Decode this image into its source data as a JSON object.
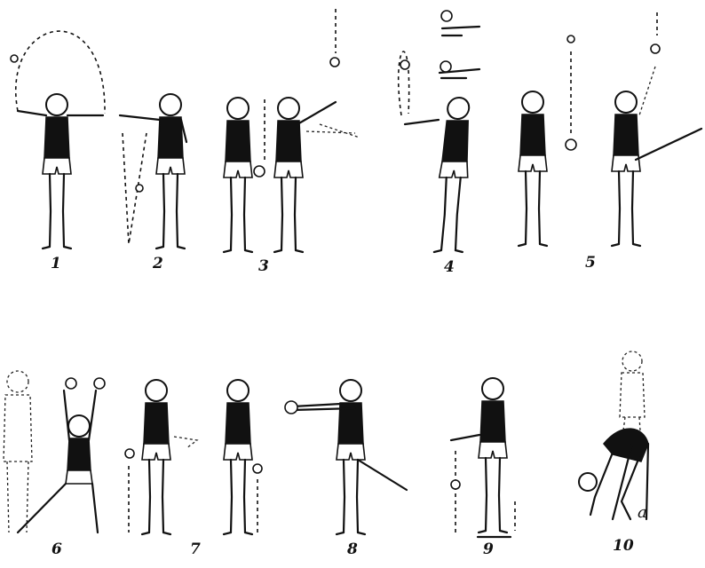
{
  "figures": [
    {
      "label": "1"
    },
    {
      "label": "2"
    },
    {
      "label": "3"
    },
    {
      "label": "4"
    },
    {
      "label": "5"
    },
    {
      "label": "6"
    },
    {
      "label": "7"
    },
    {
      "label": "8"
    },
    {
      "label": "9"
    },
    {
      "label": "10"
    }
  ],
  "annotation_10": "a",
  "ink_color": "#111111",
  "background": "#ffffff"
}
